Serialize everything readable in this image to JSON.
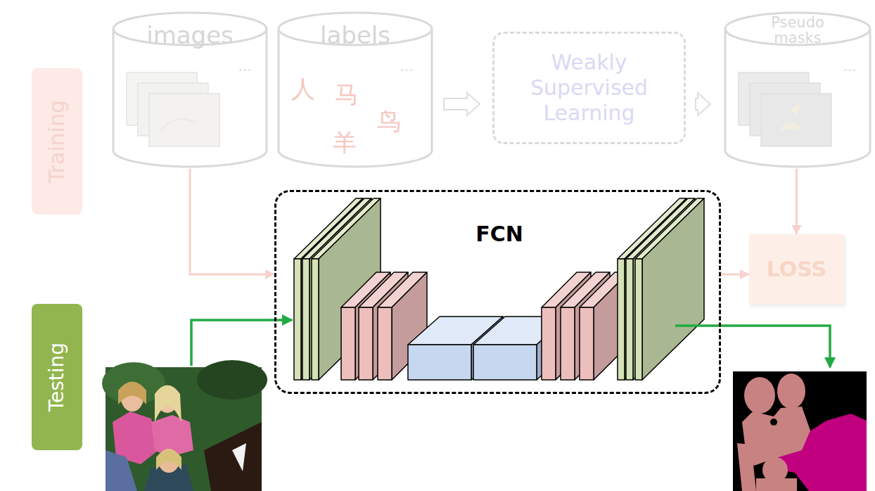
{
  "diagram": {
    "nodes": [
      {
        "text": [
          "Training"
        ]
      },
      {
        "text": [
          "images",
          "..."
        ]
      },
      {
        "text": [
          "labels",
          "人",
          "马",
          "鸟",
          "羊",
          "..."
        ]
      },
      {
        "text": [
          "Weakly Supervised Learning"
        ]
      },
      {
        "text": [
          "Pseudo masks",
          "..."
        ]
      },
      {
        "text": [
          "FCN"
        ]
      },
      {
        "text": [
          "LOSS"
        ]
      },
      {
        "text": [
          "Testing"
        ]
      }
    ],
    "edges": [
      {
        "from": 1,
        "to": 5,
        "arrow": "to"
      },
      {
        "from": 2,
        "to": 3,
        "arrow": "to"
      },
      {
        "from": 3,
        "to": 4,
        "arrow": "to"
      },
      {
        "from": 4,
        "to": 6,
        "arrow": "to"
      },
      {
        "from": 5,
        "to": 6,
        "arrow": "to"
      }
    ]
  }
}
